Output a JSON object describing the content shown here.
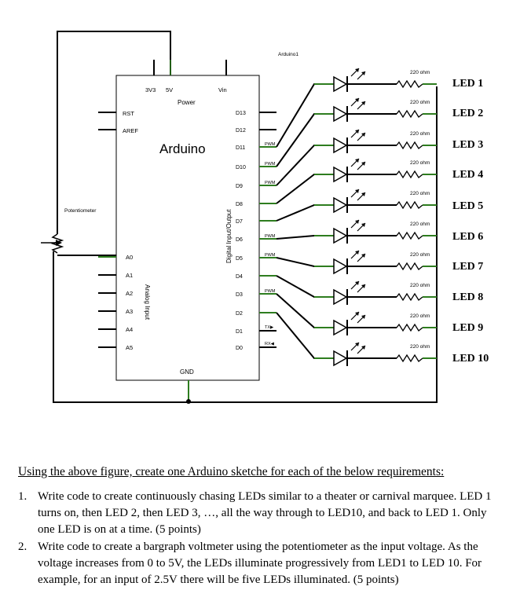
{
  "board": {
    "title": "Arduino",
    "name": "Arduino1",
    "power_label": "Power",
    "pin_3v3": "3V3",
    "pin_5v": "5V",
    "pin_vin": "Vin",
    "pin_gnd": "GND",
    "left_pins": [
      "RST",
      "AREF"
    ],
    "analog_pins": [
      "A0",
      "A1",
      "A2",
      "A3",
      "A4",
      "A5"
    ],
    "analog_label": "Analog Input",
    "digital_label": "Digital Input/Output",
    "digital_pins": [
      "D13",
      "D12",
      "D11",
      "D10",
      "D9",
      "D8",
      "D7",
      "D6",
      "D5",
      "D4",
      "D3",
      "D2",
      "D1",
      "D0"
    ],
    "pwm_label": "PWM",
    "tx_label": "TX▶",
    "rx_label": "RX◀"
  },
  "potentiometer": {
    "label": "Potentiometer"
  },
  "resistor_label": "220 ohm",
  "leds": [
    "LED 1",
    "LED 2",
    "LED 3",
    "LED 4",
    "LED 5",
    "LED 6",
    "LED 7",
    "LED 8",
    "LED 9",
    "LED 10"
  ],
  "wire_color": "#2e7d1f",
  "instructions": {
    "heading": "Using the above figure, create one Arduino sketche for each of the below requirements:",
    "items": [
      {
        "num": "1.",
        "text": "Write code to create continuously chasing LEDs similar to a theater or carnival marquee. LED 1 turns on, then LED 2, then LED 3, …, all the way through to LED10, and back to LED 1. Only one LED is on at a time. (5 points)"
      },
      {
        "num": "2.",
        "text": "Write code to create a bargraph voltmeter using the potentiometer as the input voltage.  As the voltage increases from 0 to 5V, the LEDs illuminate progressively from LED1 to LED 10.  For example, for an input of 2.5V there will be five LEDs illuminated. (5 points)"
      }
    ]
  }
}
